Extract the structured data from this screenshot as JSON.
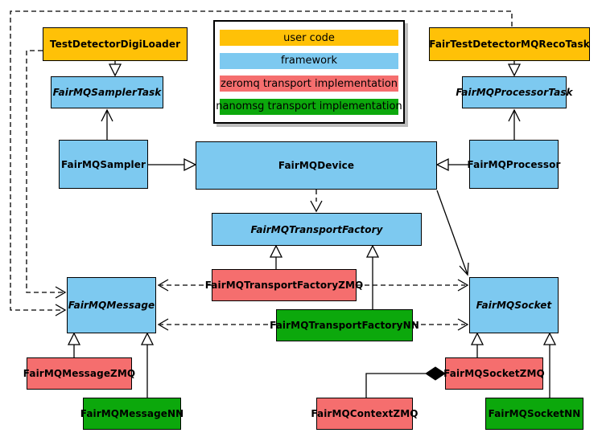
{
  "diagram_title": "FairMQ class diagram",
  "colors": {
    "user_code": "#FFC107",
    "framework": "#7DC9F0",
    "zeromq": "#F56E6E",
    "nanomsg": "#0CA80C"
  },
  "legend": {
    "items": [
      {
        "label": "user code",
        "color": "#FFC107"
      },
      {
        "label": "framework",
        "color": "#7DC9F0"
      },
      {
        "label": "zeromq transport implementation",
        "color": "#F56E6E"
      },
      {
        "label": "nanomsg transport implementation",
        "color": "#0CA80C"
      }
    ]
  },
  "nodes": {
    "digi_loader": {
      "label": "TestDetectorDigiLoader",
      "category": "user code"
    },
    "reco_task": {
      "label": "FairTestDetectorMQRecoTask",
      "category": "user code"
    },
    "sampler_task": {
      "label": "FairMQSamplerTask",
      "category": "framework",
      "abstract": true
    },
    "processor_task": {
      "label": "FairMQProcessorTask",
      "category": "framework",
      "abstract": true
    },
    "sampler": {
      "label": "FairMQSampler",
      "category": "framework"
    },
    "device": {
      "label": "FairMQDevice",
      "category": "framework"
    },
    "processor": {
      "label": "FairMQProcessor",
      "category": "framework"
    },
    "transport_factory": {
      "label": "FairMQTransportFactory",
      "category": "framework",
      "abstract": true
    },
    "transport_factory_zmq": {
      "label": "FairMQTransportFactoryZMQ",
      "category": "zeromq"
    },
    "transport_factory_nn": {
      "label": "FairMQTransportFactoryNN",
      "category": "nanomsg"
    },
    "message": {
      "label": "FairMQMessage",
      "category": "framework",
      "abstract": true
    },
    "socket": {
      "label": "FairMQSocket",
      "category": "framework",
      "abstract": true
    },
    "message_zmq": {
      "label": "FairMQMessageZMQ",
      "category": "zeromq"
    },
    "message_nn": {
      "label": "FairMQMessageNN",
      "category": "nanomsg"
    },
    "context_zmq": {
      "label": "FairMQContextZMQ",
      "category": "zeromq"
    },
    "socket_zmq": {
      "label": "FairMQSocketZMQ",
      "category": "zeromq"
    },
    "socket_nn": {
      "label": "FairMQSocketNN",
      "category": "nanomsg"
    }
  },
  "edges": [
    {
      "from": "TestDetectorDigiLoader",
      "to": "FairMQSamplerTask",
      "type": "inheritance",
      "style": "solid"
    },
    {
      "from": "FairTestDetectorMQRecoTask",
      "to": "FairMQProcessorTask",
      "type": "inheritance",
      "style": "solid"
    },
    {
      "from": "FairMQSampler",
      "to": "FairMQSamplerTask",
      "type": "association",
      "style": "solid"
    },
    {
      "from": "FairMQProcessor",
      "to": "FairMQProcessorTask",
      "type": "association",
      "style": "solid"
    },
    {
      "from": "FairMQSampler",
      "to": "FairMQDevice",
      "type": "inheritance",
      "style": "solid"
    },
    {
      "from": "FairMQProcessor",
      "to": "FairMQDevice",
      "type": "inheritance",
      "style": "solid"
    },
    {
      "from": "FairMQDevice",
      "to": "FairMQTransportFactory",
      "type": "dependency",
      "style": "dashed"
    },
    {
      "from": "FairMQDevice",
      "to": "FairMQSocket",
      "type": "association",
      "style": "solid"
    },
    {
      "from": "TestDetectorDigiLoader",
      "to": "FairMQMessage",
      "type": "dependency",
      "style": "dashed"
    },
    {
      "from": "FairTestDetectorMQRecoTask",
      "to": "FairMQMessage",
      "type": "dependency",
      "style": "dashed"
    },
    {
      "from": "FairMQTransportFactoryZMQ",
      "to": "FairMQTransportFactory",
      "type": "inheritance",
      "style": "solid"
    },
    {
      "from": "FairMQTransportFactoryNN",
      "to": "FairMQTransportFactory",
      "type": "inheritance",
      "style": "solid"
    },
    {
      "from": "FairMQTransportFactoryZMQ",
      "to": "FairMQMessage",
      "type": "dependency",
      "style": "dashed"
    },
    {
      "from": "FairMQTransportFactoryZMQ",
      "to": "FairMQSocket",
      "type": "dependency",
      "style": "dashed"
    },
    {
      "from": "FairMQTransportFactoryNN",
      "to": "FairMQMessage",
      "type": "dependency",
      "style": "dashed"
    },
    {
      "from": "FairMQTransportFactoryNN",
      "to": "FairMQSocket",
      "type": "dependency",
      "style": "dashed"
    },
    {
      "from": "FairMQMessageZMQ",
      "to": "FairMQMessage",
      "type": "inheritance",
      "style": "solid"
    },
    {
      "from": "FairMQMessageNN",
      "to": "FairMQMessage",
      "type": "inheritance",
      "style": "solid"
    },
    {
      "from": "FairMQSocketZMQ",
      "to": "FairMQSocket",
      "type": "inheritance",
      "style": "solid"
    },
    {
      "from": "FairMQSocketNN",
      "to": "FairMQSocket",
      "type": "inheritance",
      "style": "solid"
    },
    {
      "from": "FairMQSocketZMQ",
      "to": "FairMQContextZMQ",
      "type": "composition",
      "style": "solid"
    }
  ]
}
